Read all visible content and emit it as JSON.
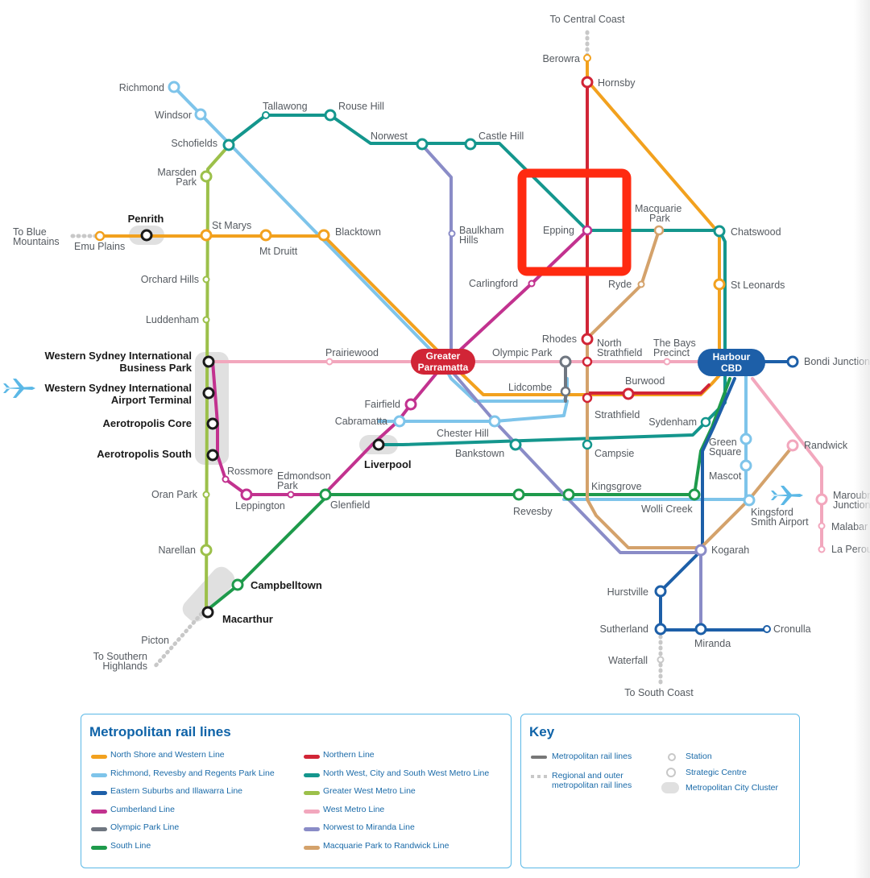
{
  "stations": {
    "to_central_coast": "To Central Coast",
    "berowra": "Berowra",
    "hornsby": "Hornsby",
    "richmond": "Richmond",
    "windsor": "Windsor",
    "tallawong": "Tallawong",
    "rouse_hill": "Rouse Hill",
    "norwest": "Norwest",
    "castle_hill": "Castle Hill",
    "schofields": "Schofields",
    "marsden_park_1": "Marsden",
    "marsden_park_2": "Park",
    "penrith": "Penrith",
    "to_blue_mountains_1": "To Blue",
    "to_blue_mountains_2": "Mountains",
    "emu_plains": "Emu Plains",
    "st_marys": "St Marys",
    "mt_druitt": "Mt Druitt",
    "blacktown": "Blacktown",
    "baulkham_hills_1": "Baulkham",
    "baulkham_hills_2": "Hills",
    "epping": "Epping",
    "macquarie_park_1": "Macquarie",
    "macquarie_park_2": "Park",
    "chatswood": "Chatswood",
    "carlingford": "Carlingford",
    "ryde": "Ryde",
    "st_leonards": "St Leonards",
    "orchard_hills": "Orchard Hills",
    "luddenham": "Luddenham",
    "rhodes": "Rhodes",
    "north_strathfield_1": "North",
    "north_strathfield_2": "Strathfield",
    "the_bays_1": "The Bays",
    "the_bays_2": "Precinct",
    "olympic_park": "Olympic Park",
    "prairiewood": "Prairiewood",
    "greater_parramatta_1": "Greater",
    "greater_parramatta_2": "Parramatta",
    "harbour_cbd_1": "Harbour",
    "harbour_cbd_2": "CBD",
    "bondi_junction": "Bondi Junction",
    "wsi_business_park_1": "Western Sydney International",
    "wsi_business_park_2": "Business Park",
    "wsi_airport_1": "Western Sydney International",
    "wsi_airport_2": "Airport Terminal",
    "aerotropolis_core": "Aerotropolis Core",
    "aerotropolis_south": "Aerotropolis South",
    "lidcombe": "Lidcombe",
    "burwood": "Burwood",
    "strathfield": "Strathfield",
    "fairfield": "Fairfield",
    "cabramatta": "Cabramatta",
    "chester_hill": "Chester Hill",
    "sydenham": "Sydenham",
    "green_square_1": "Green",
    "green_square_2": "Square",
    "randwick": "Randwick",
    "liverpool": "Liverpool",
    "bankstown": "Bankstown",
    "campsie": "Campsie",
    "mascot": "Mascot",
    "rossmore": "Rossmore",
    "edmondson_park_1": "Edmondson",
    "edmondson_park_2": "Park",
    "oran_park": "Oran Park",
    "leppington": "Leppington",
    "glenfield": "Glenfield",
    "kingsgrove": "Kingsgrove",
    "revesby": "Revesby",
    "wolli_creek": "Wolli Creek",
    "kingsford_smith_1": "Kingsford",
    "kingsford_smith_2": "Smith Airport",
    "maroubra_1": "Maroubra",
    "maroubra_2": "Junction",
    "malabar": "Malabar",
    "la_perouse": "La Perouse",
    "narellan": "Narellan",
    "kogarah": "Kogarah",
    "campbelltown": "Campbelltown",
    "macarthur": "Macarthur",
    "hurstville": "Hurstville",
    "sutherland": "Sutherland",
    "miranda": "Miranda",
    "cronulla": "Cronulla",
    "picton": "Picton",
    "to_southern_highlands_1": "To Southern",
    "to_southern_highlands_2": "Highlands",
    "waterfall": "Waterfall",
    "to_south_coast": "To South Coast"
  },
  "line_colors": {
    "north_shore_western": "#f2a11e",
    "richmond_revesby_regents": "#7ec4ea",
    "eastern_suburbs_illawarra": "#1d5fa8",
    "cumberland": "#c2328f",
    "olympic_park": "#6f7680",
    "south": "#1e9a4b",
    "northern": "#d12536",
    "nw_city_sw_metro": "#14968d",
    "greater_west_metro": "#9cc04a",
    "west_metro": "#f2a7bd",
    "norwest_miranda": "#8a8cc7",
    "macquarie_randwick": "#d4a26b",
    "highlight": "#ff2a10"
  },
  "legend": {
    "title": "Metropolitan rail lines",
    "items": [
      {
        "label": "North Shore and Western Line",
        "color": "#f2a11e"
      },
      {
        "label": "Richmond, Revesby and Regents Park Line",
        "color": "#7ec4ea"
      },
      {
        "label": "Eastern Suburbs and Illawarra Line",
        "color": "#1d5fa8"
      },
      {
        "label": "Cumberland Line",
        "color": "#c2328f"
      },
      {
        "label": "Olympic Park Line",
        "color": "#6f7680"
      },
      {
        "label": "South Line",
        "color": "#1e9a4b"
      },
      {
        "label": "Northern Line",
        "color": "#d12536"
      },
      {
        "label": "North West, City and South West Metro Line",
        "color": "#14968d"
      },
      {
        "label": "Greater West Metro Line",
        "color": "#9cc04a"
      },
      {
        "label": "West Metro Line",
        "color": "#f2a7bd"
      },
      {
        "label": "Norwest to Miranda Line",
        "color": "#8a8cc7"
      },
      {
        "label": "Macquarie Park to Randwick Line",
        "color": "#d4a26b"
      }
    ]
  },
  "key": {
    "title": "Key",
    "metro_lines": "Metropolitan rail lines",
    "regional_1": "Regional and outer",
    "regional_2": "metropolitan rail lines",
    "station": "Station",
    "strategic_centre": "Strategic Centre",
    "city_cluster": "Metropolitan City Cluster"
  }
}
